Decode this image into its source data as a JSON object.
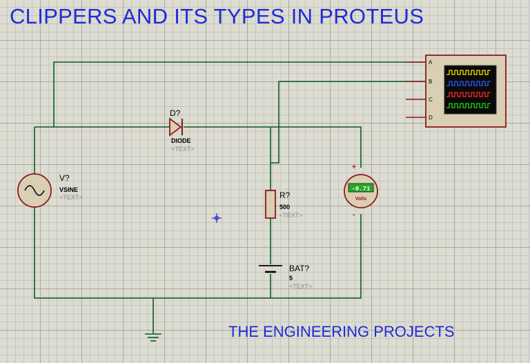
{
  "title": "CLIPPERS AND ITS TYPES IN PROTEUS",
  "footer": "THE ENGINEERING PROJECTS",
  "components": {
    "diode": {
      "ref": "D?",
      "value": "DIODE",
      "text": "<TEXT>"
    },
    "source": {
      "ref": "V?",
      "value": "VSINE",
      "text": "<TEXT>"
    },
    "resistor": {
      "ref": "R?",
      "value": "500",
      "text": "<TEXT>"
    },
    "battery": {
      "ref": "BAT?",
      "value": "5",
      "text": "<TEXT>"
    },
    "voltmeter": {
      "reading": "-0.71",
      "unit": "Volts",
      "plus": "+",
      "minus": "-"
    },
    "oscilloscope": {
      "channels": [
        "A",
        "B",
        "C",
        "D"
      ]
    }
  },
  "colors": {
    "wire": "#0b5a1f",
    "component": "#8b1a1a",
    "title": "#1f2bd8",
    "meter_display": "#2ea32e"
  }
}
